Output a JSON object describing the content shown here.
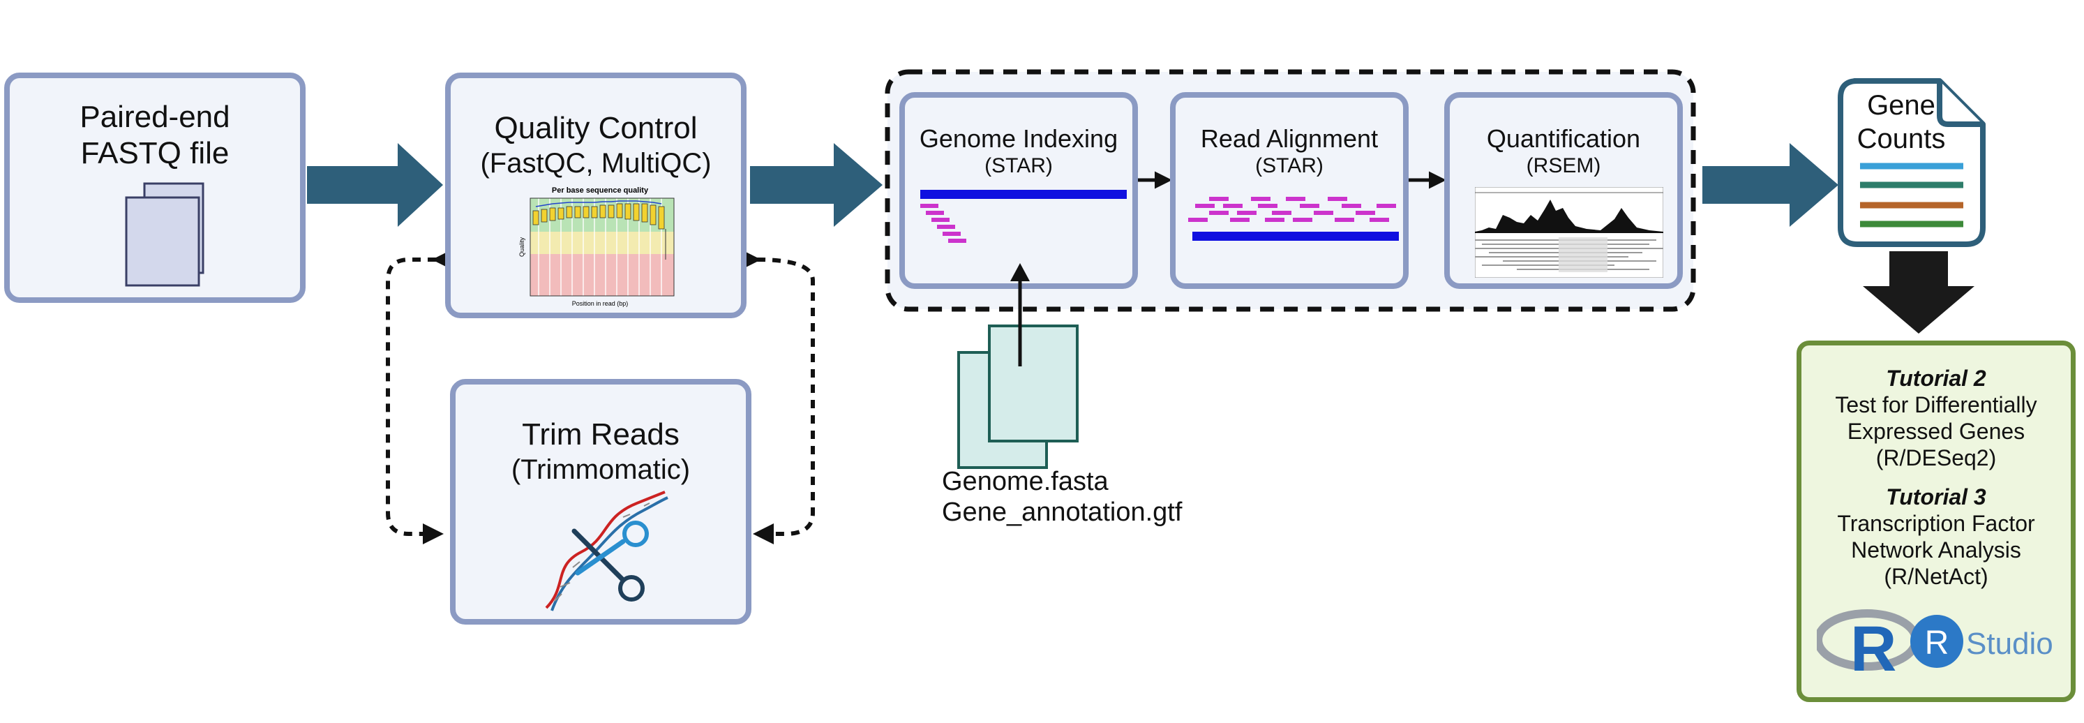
{
  "steps": {
    "fastq": {
      "line1": "Paired-end",
      "line2": "FASTQ file"
    },
    "qc": {
      "title": "Quality Control",
      "subtitle": "(FastQC, MultiQC)",
      "plot_title": "Per base sequence quality",
      "plot_xlabel": "Position in read (bp)",
      "plot_ylabel": "Quality"
    },
    "trim": {
      "title": "Trim Reads",
      "subtitle": "(Trimmomatic)"
    },
    "indexing": {
      "title": "Genome Indexing",
      "subtitle": "(STAR)"
    },
    "alignment": {
      "title": "Read Alignment",
      "subtitle": "(STAR)"
    },
    "quant": {
      "title": "Quantification",
      "subtitle": "(RSEM)"
    },
    "counts": {
      "line1": "Gene",
      "line2": "Counts"
    }
  },
  "reference": {
    "file1": "Genome.fasta",
    "file2": "Gene_annotation.gtf"
  },
  "tutorials": {
    "t2_title": "Tutorial 2",
    "t2_line1": "Test for Differentially",
    "t2_line2": "Expressed Genes",
    "t2_line3": "(R/DESeq2)",
    "t3_title": "Tutorial 3",
    "t3_line1": "Transcription Factor",
    "t3_line2": "Network Analysis",
    "t3_line3": "(R/NetAct)",
    "logo_letter": "R",
    "logo_letter2": "R",
    "logo_text": "Studio"
  },
  "colors": {
    "box_fill": "#f1f4fa",
    "box_border": "#8b9ac3",
    "arrow": "#2e5f7a",
    "tutorial_border": "#6b8e3a",
    "tutorial_fill": "#eef6df",
    "genome_bar": "#1010e0",
    "reads": "#cc33cc",
    "dna_red": "#cc2222",
    "dna_blue": "#2a6fa8",
    "doc_fill": "#d5ecea",
    "doc_stroke": "#1e5e55",
    "counts_stroke": "#2e5f7a",
    "count_lines": [
      "#3aa0d8",
      "#2e7d6a",
      "#b5652a",
      "#3d8a3a"
    ]
  }
}
